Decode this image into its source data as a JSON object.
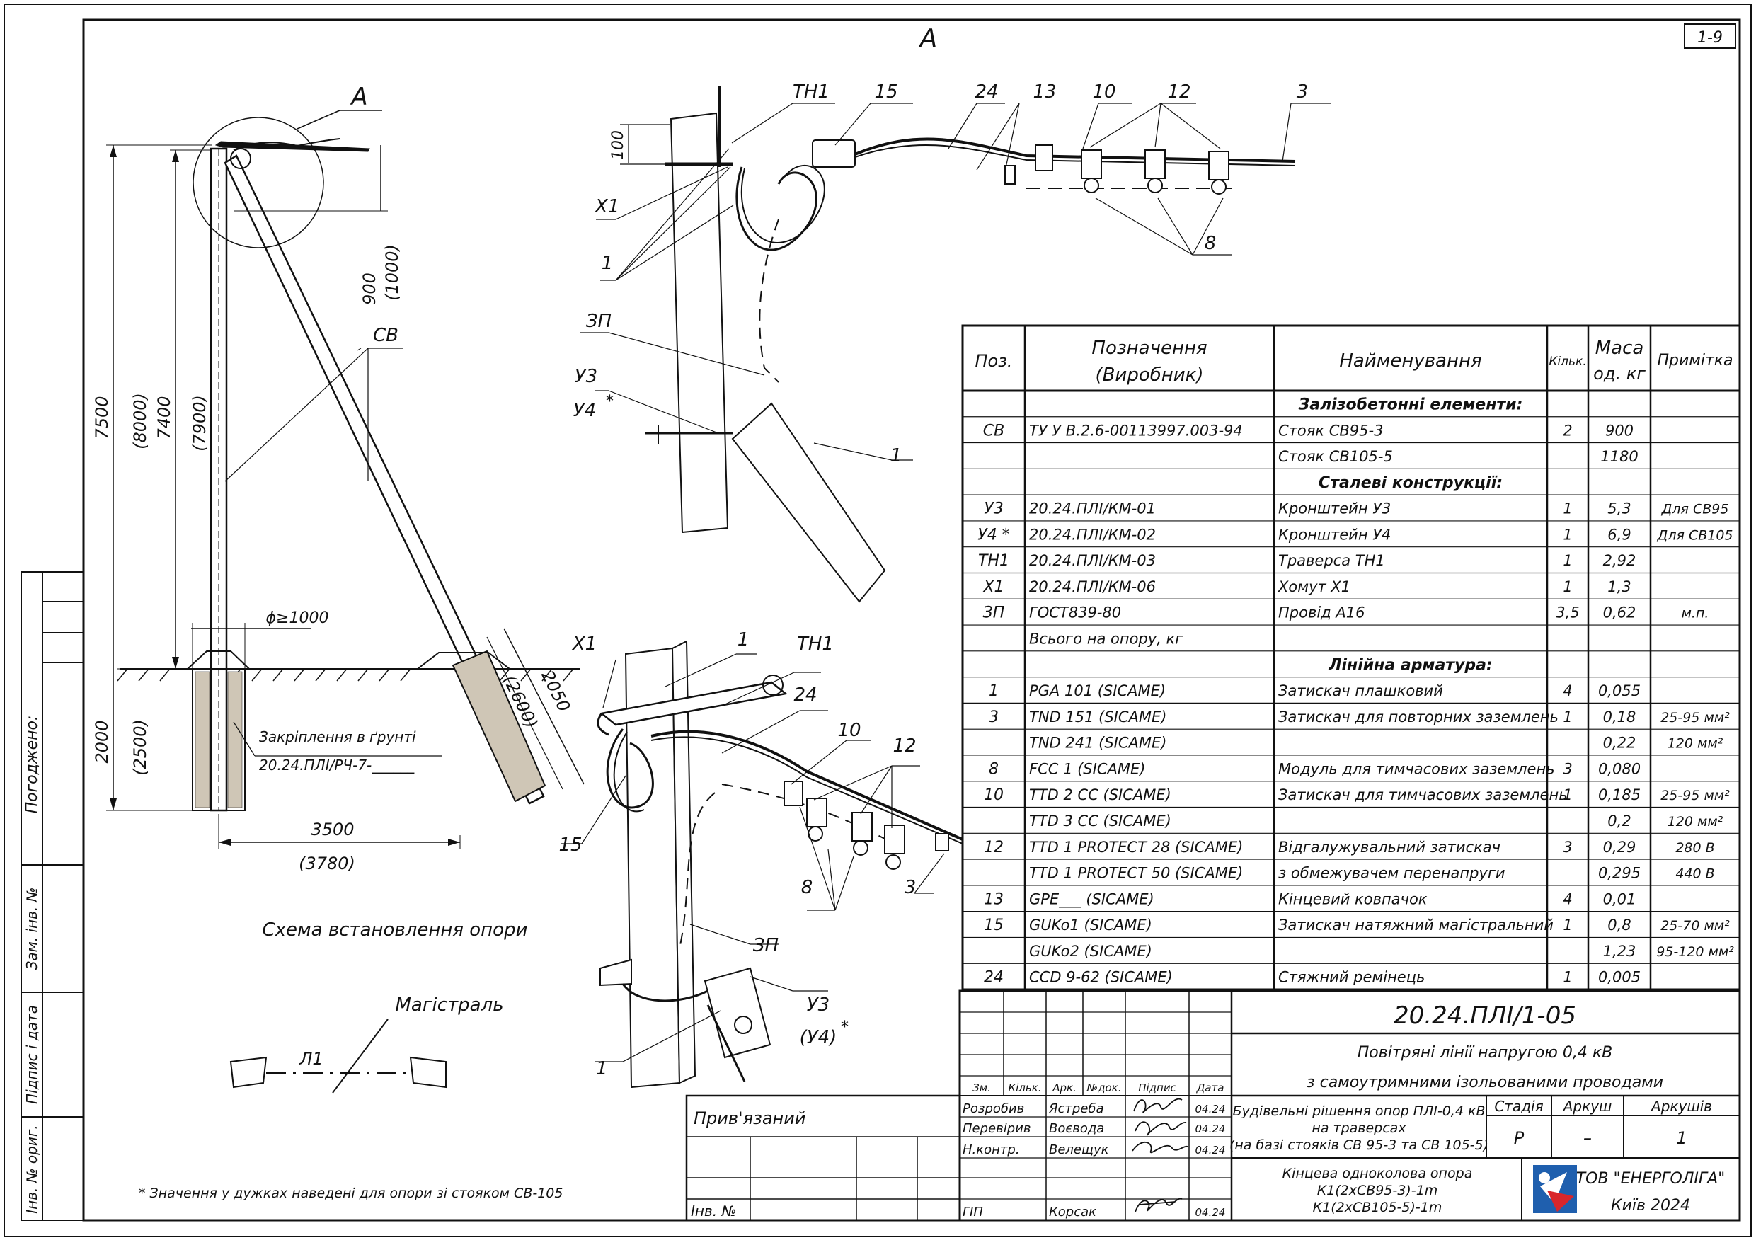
{
  "sheet": {
    "number": "1-9",
    "view_label": "A"
  },
  "left_schema": {
    "callout": "A",
    "pole_label_1": "CB",
    "dims": {
      "d7500": "7500",
      "d8000": "(8000)",
      "d7400": "7400",
      "d7900": "(7900)",
      "d900": "900",
      "d1000": "(1000)",
      "d2000": "2000",
      "d2500": "(2500)",
      "d3500": "3500",
      "d3780": "(3780)",
      "d2050": "2050",
      "d2600": "(2600)",
      "phi": "ϕ≥1000",
      "star": "*"
    },
    "ground_note_1": "Закріплення в ґрунті",
    "ground_note_2": "20.24.ПЛІ/РЧ-7-______",
    "caption": "Схема встановлення опори",
    "mag_label": "Магістраль",
    "l1_label": "Л1",
    "footnote": "* Значення у дужках наведені для опори зі стояком СВ-105"
  },
  "detail_top": {
    "labels": [
      "ТН1",
      "15",
      "24",
      "13",
      "10",
      "12",
      "3",
      "100",
      "Х1",
      "1",
      "ЗП",
      "У3",
      "У4",
      "*",
      "1",
      "8"
    ]
  },
  "detail_bottom": {
    "labels": [
      "Х1",
      "1",
      "ТН1",
      "24",
      "10",
      "12",
      "15",
      "8",
      "3",
      "ЗП",
      "У3",
      "(У4)",
      "*",
      "1"
    ]
  },
  "spec_table": {
    "headers": {
      "pos": "Поз.",
      "designation_1": "Позначення",
      "designation_2": "(Виробник)",
      "name": "Найменування",
      "qty": "Кільк.",
      "mass_1": "Маса",
      "mass_2": "од. кг",
      "note": "Примітка"
    },
    "rows": [
      {
        "kind": "section",
        "name": "Залізобетонні елементи:"
      },
      {
        "pos": "CB",
        "des": "ТУ У В.2.6-00113997.003-94",
        "name": "Стояк СВ95-3",
        "qty": "2",
        "mass": "900",
        "note": ""
      },
      {
        "pos": "",
        "des": "",
        "name": "Стояк СВ105-5",
        "qty": "",
        "mass": "1180",
        "note": ""
      },
      {
        "kind": "section",
        "name": "Сталеві конструкції:"
      },
      {
        "pos": "У3",
        "des": "20.24.ПЛІ/КМ-01",
        "name": "Кронштейн У3",
        "qty": "1",
        "mass": "5,3",
        "note": "Для СВ95"
      },
      {
        "pos": "У4 *",
        "des": "20.24.ПЛІ/КМ-02",
        "name": "Кронштейн У4",
        "qty": "1",
        "mass": "6,9",
        "note": "Для СВ105"
      },
      {
        "pos": "ТН1",
        "des": "20.24.ПЛІ/КМ-03",
        "name": "Траверса ТН1",
        "qty": "1",
        "mass": "2,92",
        "note": ""
      },
      {
        "pos": "Х1",
        "des": "20.24.ПЛІ/КМ-06",
        "name": "Хомут Х1",
        "qty": "1",
        "mass": "1,3",
        "note": ""
      },
      {
        "pos": "ЗП",
        "des": "ГОСТ839-80",
        "name": "Провід А16",
        "qty": "3,5",
        "mass": "0,62",
        "note": "м.п."
      },
      {
        "pos": "",
        "des": "Всього на опору, кг",
        "name": "",
        "qty": "",
        "mass": "",
        "note": ""
      },
      {
        "kind": "section",
        "name": "Лінійна арматура:"
      },
      {
        "pos": "1",
        "des": "PGA 101 (SICAME)",
        "name": "Затискач плашковий",
        "qty": "4",
        "mass": "0,055",
        "note": ""
      },
      {
        "pos": "3",
        "des": "TND 151 (SICAME)",
        "name": "Затискач для повторних заземлень",
        "qty": "1",
        "mass": "0,18",
        "note": "25-95 мм²"
      },
      {
        "pos": "",
        "des": "TND 241 (SICAME)",
        "name": "",
        "qty": "",
        "mass": "0,22",
        "note": "120 мм²"
      },
      {
        "pos": "8",
        "des": "FCC 1 (SICAME)",
        "name": "Модуль для тимчасових заземлень",
        "qty": "3",
        "mass": "0,080",
        "note": ""
      },
      {
        "pos": "10",
        "des": "TTD 2 CC (SICAME)",
        "name": "Затискач для тимчасових заземлень",
        "qty": "1",
        "mass": "0,185",
        "note": "25-95 мм²"
      },
      {
        "pos": "",
        "des": "TTD 3 CC (SICAME)",
        "name": "",
        "qty": "",
        "mass": "0,2",
        "note": "120 мм²"
      },
      {
        "pos": "12",
        "des": "TTD 1 PROTECT 28 (SICAME)",
        "name": "Відгалужувальний затискач",
        "qty": "3",
        "mass": "0,29",
        "note": "280 В"
      },
      {
        "pos": "",
        "des": "TTD 1 PROTECT 50 (SICAME)",
        "name": "з обмежувачем перенапруги",
        "qty": "",
        "mass": "0,295",
        "note": "440 В"
      },
      {
        "pos": "13",
        "des": "GPE___ (SICAME)",
        "name": "Кінцевий ковпачок",
        "qty": "4",
        "mass": "0,01",
        "note": ""
      },
      {
        "pos": "15",
        "des": "GUKo1 (SICAME)",
        "name": "Затискач натяжний магістральний",
        "qty": "1",
        "mass": "0,8",
        "note": "25-70 мм²"
      },
      {
        "pos": "",
        "des": "GUKo2 (SICAME)",
        "name": "",
        "qty": "",
        "mass": "1,23",
        "note": "95-120 мм²"
      },
      {
        "pos": "24",
        "des": "CCD 9-62 (SICAME)",
        "name": "Стяжний ремінець",
        "qty": "1",
        "mass": "0,005",
        "note": ""
      }
    ]
  },
  "title_block": {
    "doc_code": "20.24.ПЛІ/1-05",
    "title_1": "Повітряні лінії напругою 0,4 кВ",
    "title_2": "з самоутримними ізольованими проводами",
    "col_heads": [
      "Зм.",
      "Кільк.",
      "Арк.",
      "№док.",
      "Підпис",
      "Дата"
    ],
    "people": [
      {
        "role": "Розробив",
        "name": "Ястреба",
        "date": "04.24"
      },
      {
        "role": "Перевірив",
        "name": "Воєвода",
        "date": "04.24"
      },
      {
        "role": "Н.контр.",
        "name": "Велещук",
        "date": "04.24"
      },
      {
        "role": "ГІП",
        "name": "Корсак",
        "date": "04.24"
      }
    ],
    "section_1": "Будівельні рішення опор ПЛІ-0,4 кВ",
    "section_2": "на траверсах",
    "section_3": "(на базі стояків СВ 95-3 та СВ 105-5)",
    "stage_head": "Стадія",
    "sheet_head": "Аркуш",
    "sheets_head": "Аркушів",
    "stage": "Р",
    "sheet": "–",
    "sheets": "1",
    "drawing_1": "Кінцева одноколова опора",
    "drawing_2": "К1(2хСВ95-3)-1m",
    "drawing_3": "К1(2хСВ105-5)-1m",
    "company": "ТОВ \"ЕНЕРГОЛІГА\"",
    "city": "Київ 2024",
    "linked": "Прив'язаний",
    "inv": "Інв. №"
  },
  "side_stamp": {
    "agreed": "Погоджено:",
    "replace_inv": "Зам. інв. №",
    "sign_date": "Підпис і дата",
    "inv_orig": "Інв. № ориг."
  },
  "colors": {
    "ink": "#111111",
    "logo_blue": "#1f5fae",
    "logo_red": "#d8262c"
  }
}
